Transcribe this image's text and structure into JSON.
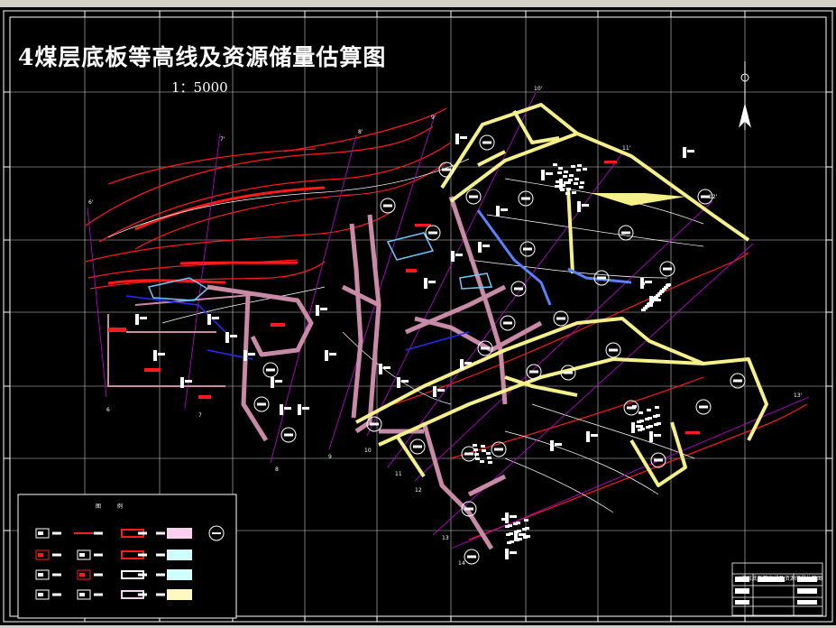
{
  "map": {
    "title": "4煤层底板等高线及资源储量估算图",
    "scale": "1：5000",
    "legend_title": "图 例",
    "title_block_name": "4煤层底板等高线及资源储量估算图",
    "line_labels": [
      "10'",
      "9'",
      "8'",
      "7'",
      "6'",
      "11'",
      "12'",
      "13'",
      "6",
      "7",
      "8",
      "9",
      "10",
      "11",
      "12",
      "13",
      "14"
    ],
    "colors": {
      "background": "#000000",
      "grid": "#ffffff",
      "contour_red": "#ff1a1a",
      "boundary_yellow": "#f5f08a",
      "workings_pink": "#c98aa8",
      "exploration_magenta": "#b000c8",
      "goaf_cyan": "#6ec8ff",
      "roadway_blue": "#2a2aff"
    },
    "icons": [
      "north-arrow-icon"
    ]
  }
}
